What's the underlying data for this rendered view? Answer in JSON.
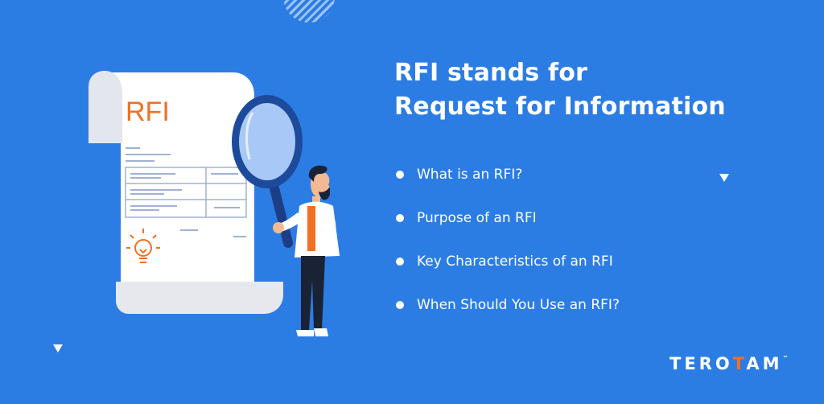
{
  "colors": {
    "background": "#2b7de4",
    "accent": "#f36f21",
    "text": "#ffffff"
  },
  "illustration": {
    "document_label": "RFI",
    "icons": [
      "document-icon",
      "magnifying-glass-icon",
      "lightbulb-icon",
      "person-figure"
    ]
  },
  "heading": {
    "line1": "RFI stands for",
    "line2": "Request for Information"
  },
  "topics": [
    {
      "label": "What is an RFI?"
    },
    {
      "label": "Purpose of an RFI"
    },
    {
      "label": "Key Characteristics of an RFI"
    },
    {
      "label": "When Should You Use an RFI?"
    }
  ],
  "logo": {
    "part1": "TERO",
    "part2": "T",
    "part3": "AM",
    "trademark": "™"
  }
}
